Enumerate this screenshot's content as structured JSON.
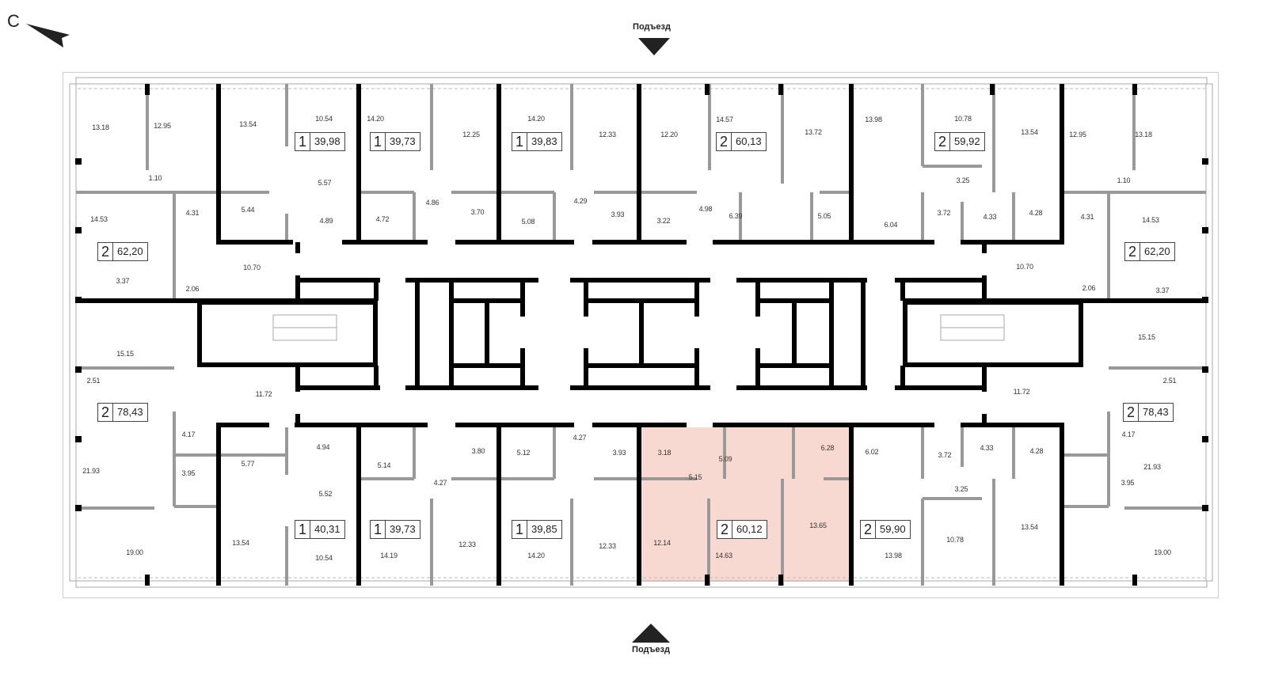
{
  "compass": {
    "label": "С"
  },
  "entrances": {
    "top_label": "Подъезд",
    "bottom_label": "Подъезд"
  },
  "colors": {
    "selected_fill": "#f8d9d1",
    "wall": "#000000",
    "partition": "#9a9a9a"
  },
  "apartments": [
    {
      "rooms_count": "2",
      "area": "62,20",
      "rooms": [
        "13.18",
        "12.95",
        "1.10",
        "14.53",
        "4.31",
        "3.37",
        "2.06",
        "10.70"
      ]
    },
    {
      "rooms_count": "1",
      "area": "39,98",
      "rooms": [
        "13.54",
        "10.54",
        "5.57",
        "5.44",
        "4.89"
      ]
    },
    {
      "rooms_count": "1",
      "area": "39,73",
      "rooms": [
        "14.20",
        "12.25",
        "4.86",
        "4.72",
        "3.70"
      ]
    },
    {
      "rooms_count": "1",
      "area": "39,83",
      "rooms": [
        "14.20",
        "12.33",
        "4.29",
        "5.08",
        "3.93"
      ]
    },
    {
      "rooms_count": "2",
      "area": "60,13",
      "rooms": [
        "12.20",
        "14.57",
        "13.72",
        "4.98",
        "3.22",
        "6.39",
        "5.05"
      ]
    },
    {
      "rooms_count": "2",
      "area": "59,92",
      "rooms": [
        "13.98",
        "10.78",
        "13.54",
        "3.25",
        "6.04",
        "3.72",
        "4.33",
        "4.28"
      ]
    },
    {
      "rooms_count": "2",
      "area": "62,20",
      "rooms": [
        "12.95",
        "13.18",
        "1.10",
        "14.53",
        "4.31",
        "10.70",
        "2.06",
        "3.37"
      ]
    },
    {
      "rooms_count": "2",
      "area": "78,43",
      "rooms": [
        "15.15",
        "2.51",
        "11.72",
        "4.17",
        "21.93",
        "3.95",
        "19.00"
      ]
    },
    {
      "rooms_count": "2",
      "area": "78,43",
      "rooms": [
        "15.15",
        "2.51",
        "11.72",
        "4.17",
        "21.93",
        "3.95",
        "19.00"
      ]
    },
    {
      "rooms_count": "1",
      "area": "40,31",
      "rooms": [
        "4.94",
        "5.77",
        "5.52",
        "13.54",
        "10.54"
      ]
    },
    {
      "rooms_count": "1",
      "area": "39,73",
      "rooms": [
        "5.14",
        "3.80",
        "4.27",
        "14.19",
        "12.33"
      ]
    },
    {
      "rooms_count": "1",
      "area": "39,85",
      "rooms": [
        "5.12",
        "4.27",
        "3.93",
        "14.20",
        "12.33"
      ]
    },
    {
      "rooms_count": "2",
      "area": "60,12",
      "selected": true,
      "rooms": [
        "3.18",
        "5.09",
        "6.28",
        "5.15",
        "12.14",
        "14.63",
        "13.65"
      ]
    },
    {
      "rooms_count": "2",
      "area": "59,90",
      "rooms": [
        "6.02",
        "3.72",
        "4.33",
        "4.28",
        "3.25",
        "10.78",
        "13.54",
        "13.98"
      ]
    }
  ]
}
